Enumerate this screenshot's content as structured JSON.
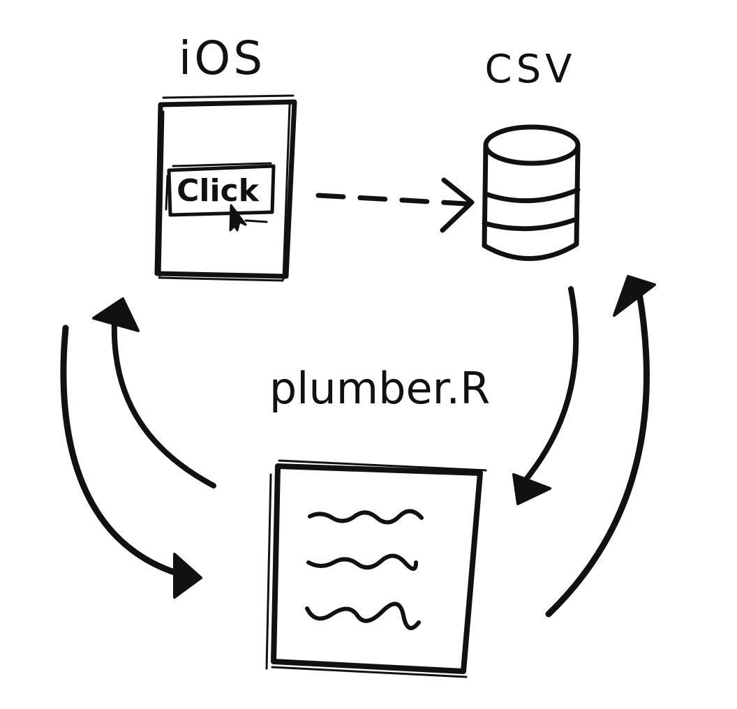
{
  "nodes": {
    "ios": {
      "label": "iOS",
      "button_label": "Click"
    },
    "csv": {
      "label": "CSV"
    },
    "plumber": {
      "label": "plumber.R"
    }
  },
  "colors": {
    "ink": "#111111",
    "paper": "#ffffff"
  },
  "icons": [
    "phone-icon",
    "cursor-icon",
    "database-icon",
    "script-file-icon"
  ]
}
